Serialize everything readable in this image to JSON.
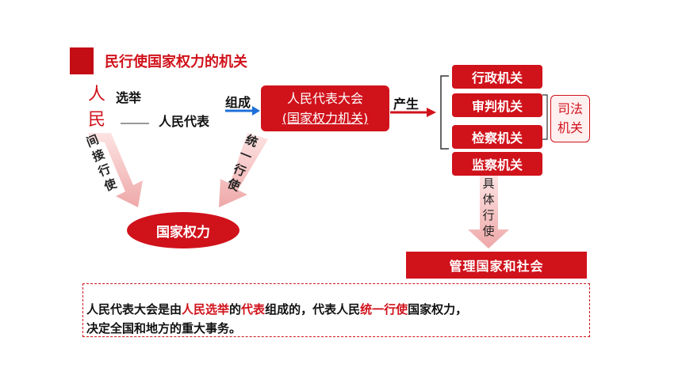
{
  "title": "民行使国家权力的机关",
  "people": [
    "人",
    "民"
  ],
  "labels": {
    "elect": "选举",
    "deputies": "人民代表",
    "compose": "组成",
    "produce": "产生",
    "indirect": [
      "间",
      "接",
      "行",
      "使"
    ],
    "unified": [
      "统",
      "一",
      "行",
      "使"
    ],
    "concrete": [
      "具",
      "体",
      "行",
      "使"
    ]
  },
  "npc": {
    "line1": "人民代表大会",
    "line2": "(国家权力机关)"
  },
  "organs": [
    "行政机关",
    "审判机关",
    "检察机关",
    "监察机关"
  ],
  "judicial": [
    "司法",
    "机关"
  ],
  "state_power": "国家权力",
  "manage": "管理国家和社会",
  "note": {
    "p1": "人民代表大会是由",
    "h1": "人民选举",
    "p2": "的",
    "h2": "代表",
    "p3": "组成的，代表人民",
    "h3": "统一行使",
    "p4": "国家权力，",
    "line2": "决定全国和地方的重大事务。"
  },
  "colors": {
    "accent": "#d0121b",
    "arrow_blue": "#1e6fd9",
    "arrow_pink": "#f2b8b8"
  }
}
